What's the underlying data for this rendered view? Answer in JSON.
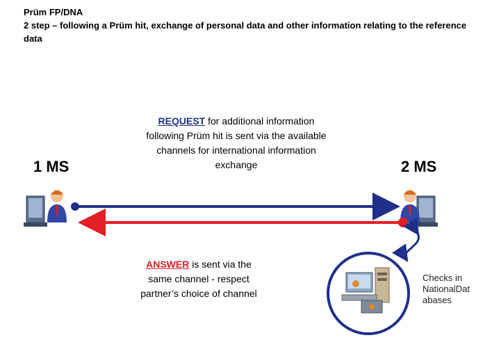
{
  "header": {
    "title": "Prüm FP/DNA",
    "subtitle": "2 step – following a Prüm hit, exchange of personal data and other information relating to the reference data"
  },
  "nodes": {
    "left_label": "1 MS",
    "right_label": "2 MS"
  },
  "request": {
    "keyword": "REQUEST",
    "line1_rest": " for additional information",
    "line2": "following Prüm hit is sent via the available",
    "line3": "channels for international information",
    "line4": "exchange"
  },
  "answer": {
    "keyword": "ANSWER",
    "line1_rest": " is sent via the",
    "line2": "same channel - respect",
    "line3": "partner’s choice of channel"
  },
  "database": {
    "line1": "Checks in",
    "line2": "NationalDat",
    "line3": "abases"
  },
  "colors": {
    "request_arrow": "#1f2f8a",
    "answer_arrow": "#e31e24",
    "database_circle": "#1f2f8a"
  },
  "icons": {
    "user_left": "person-at-computer-icon",
    "user_right": "person-at-computer-icon",
    "database": "database-computers-icon"
  }
}
